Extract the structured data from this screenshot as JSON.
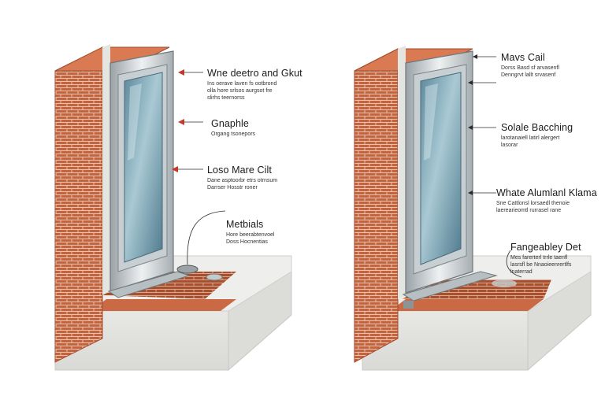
{
  "left_panel": {
    "callouts": [
      {
        "title": "Wne deetro and Gkut",
        "desc": "Ins oerave laven fs ootbrond\nolla hore srlsos aurgsot fre\nslirhs teernorss"
      },
      {
        "title": "Gnaphle",
        "desc": "Organg tsonepors"
      },
      {
        "title": "Loso Mare Cilt",
        "desc": "Dane asptoorbr etrs otrnsum\nDarrser Hosstr roner"
      },
      {
        "title": "Metbials",
        "desc": "Hore beerabtenvoel\nDoss Hocnentias"
      }
    ]
  },
  "right_panel": {
    "callouts": [
      {
        "title": "Mavs Cail",
        "desc": "Dorss Basd sf arvasenfl\nDenngrvt lallt srvasenf"
      },
      {
        "title": "Solale Bacching",
        "desc": "larotanaiell latirl alergert\nlasorar"
      },
      {
        "title": "Whate Alumlanl Klama",
        "desc": "Sne Cattlonsl lorsaedl thenoie\nlaerearieomtl rurrasel rane"
      },
      {
        "title": "Fangeabley Det",
        "desc": "Mes farerterl trrle taenfl\nlasrsfl be Nnaoieenrertlfs\nlnaterrad"
      }
    ]
  },
  "colors": {
    "brick": "#c4633e",
    "brick_dark": "#9f4a2c",
    "mortar": "#e8cbb6",
    "concrete": "#e9e9e7",
    "glass": "#7fa8b8",
    "frame": "#d8dde0",
    "arrow": "#c0392b"
  }
}
